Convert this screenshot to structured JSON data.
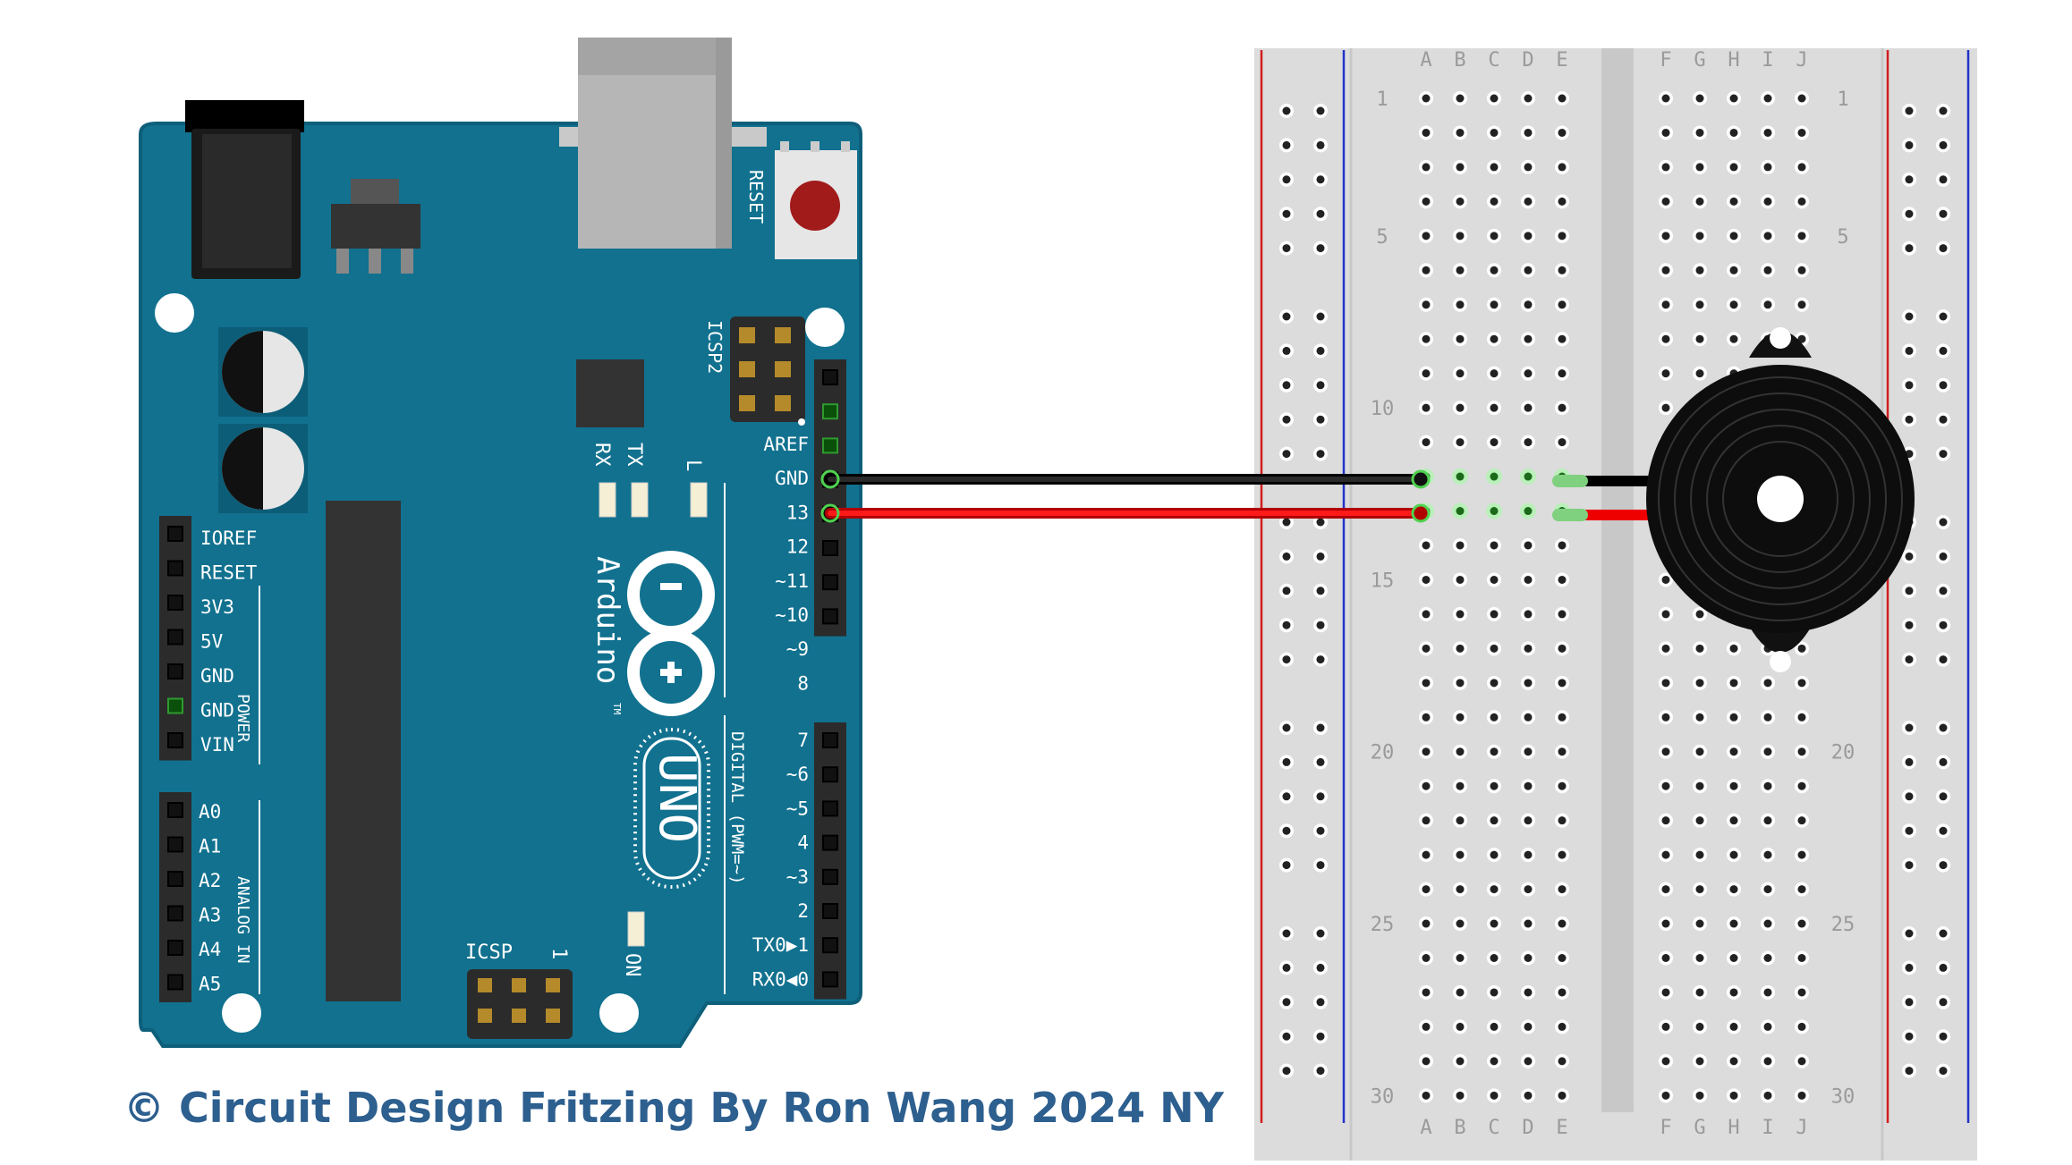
{
  "credit": "© Circuit Design Fritzing  By Ron Wang 2024 NY",
  "colors": {
    "board": "#11718f",
    "board_edge": "#0e5f7a",
    "breadboard": "#dcdcdc",
    "rail_red": "#d11e1e",
    "rail_blue": "#2233c8",
    "wire_black": "#111111",
    "wire_red": "#dd0000",
    "highlight": "#4fd24f"
  },
  "arduino": {
    "brand": "Arduino",
    "trademark": "TM",
    "model": "UNO",
    "reset_label": "RESET",
    "icsp2_label": "ICSP2",
    "icsp_label": "ICSP",
    "icsp_pin1": "1",
    "led_labels": [
      "TX",
      "RX",
      "L"
    ],
    "on_label": "ON",
    "power_label": "POWER",
    "analog_label": "ANALOG IN",
    "digital_label": "DIGITAL (PWM=~)",
    "left_power_pins": [
      "IOREF",
      "RESET",
      "3V3",
      "5V",
      "GND",
      "GND",
      "VIN"
    ],
    "analog_pins": [
      "A0",
      "A1",
      "A2",
      "A3",
      "A4",
      "A5"
    ],
    "right_pins_upper": [
      "AREF",
      "GND",
      "13",
      "12",
      "~11",
      "~10",
      "~9",
      "8"
    ],
    "right_pins_lower": [
      "7",
      "~6",
      "~5",
      "4",
      "~3",
      "2",
      "TX0▶1",
      "RX0◀0"
    ]
  },
  "breadboard": {
    "col_letters_left": [
      "A",
      "B",
      "C",
      "D",
      "E"
    ],
    "col_letters_right": [
      "F",
      "G",
      "H",
      "I",
      "J"
    ],
    "row_numbers": [
      "1",
      "5",
      "10",
      "15",
      "20",
      "25",
      "30"
    ]
  },
  "connections": [
    {
      "from": "GND",
      "to_row": "12",
      "wire": "black"
    },
    {
      "from": "13",
      "to_row": "13",
      "wire": "red"
    }
  ],
  "component": "piezo-buzzer"
}
